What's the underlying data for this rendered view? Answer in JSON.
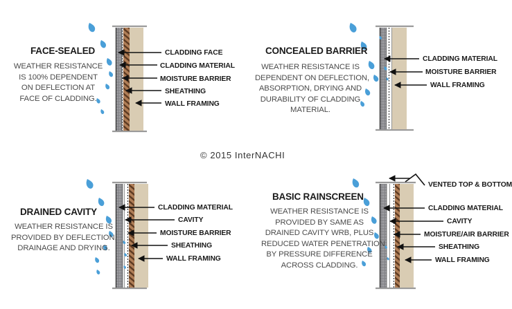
{
  "copyright": "© 2015 InterNACHI",
  "colors": {
    "cladding": "#8f8f93",
    "framing": "#d9ccb3",
    "sheathing": "#b07e57",
    "water": "#4a9fd8",
    "text": "#1a1a1a"
  },
  "panels": [
    {
      "title": "FACE-SEALED",
      "description": [
        "WEATHER RESISTANCE",
        "IS 100% DEPENDENT",
        "ON DEFLECTION AT",
        "FACE OF CLADDING."
      ],
      "labels": [
        "CLADDING FACE",
        "CLADDING MATERIAL",
        "MOISTURE BARRIER",
        "SHEATHING",
        "WALL FRAMING"
      ]
    },
    {
      "title": "CONCEALED BARRIER",
      "description": [
        "WEATHER RESISTANCE IS",
        "DEPENDENT ON DEFLECTION,",
        "ABSORPTION, DRYING AND",
        "DURABILITY OF CLADDING",
        "MATERIAL."
      ],
      "labels": [
        "CLADDING MATERIAL",
        "MOISTURE BARRIER",
        "WALL FRAMING"
      ]
    },
    {
      "title": "DRAINED CAVITY",
      "description": [
        "WEATHER RESISTANCE IS",
        "PROVIDED BY DEFLECTION,",
        "DRAINAGE AND DRYING."
      ],
      "labels": [
        "CLADDING MATERIAL",
        "CAVITY",
        "MOISTURE BARRIER",
        "SHEATHING",
        "WALL FRAMING"
      ]
    },
    {
      "title": "BASIC RAINSCREEN",
      "description": [
        "WEATHER RESISTANCE IS",
        "PROVIDED BY SAME AS",
        "DRAINED CAVITY WRB, PLUS",
        "REDUCED WATER PENETRATION",
        "BY PRESSURE DIFFERENCE",
        "ACROSS CLADDING."
      ],
      "labels": [
        "VENTED TOP & BOTTOM",
        "CLADDING MATERIAL",
        "CAVITY",
        "MOISTURE/AIR BARRIER",
        "SHEATHING",
        "WALL FRAMING"
      ]
    }
  ]
}
